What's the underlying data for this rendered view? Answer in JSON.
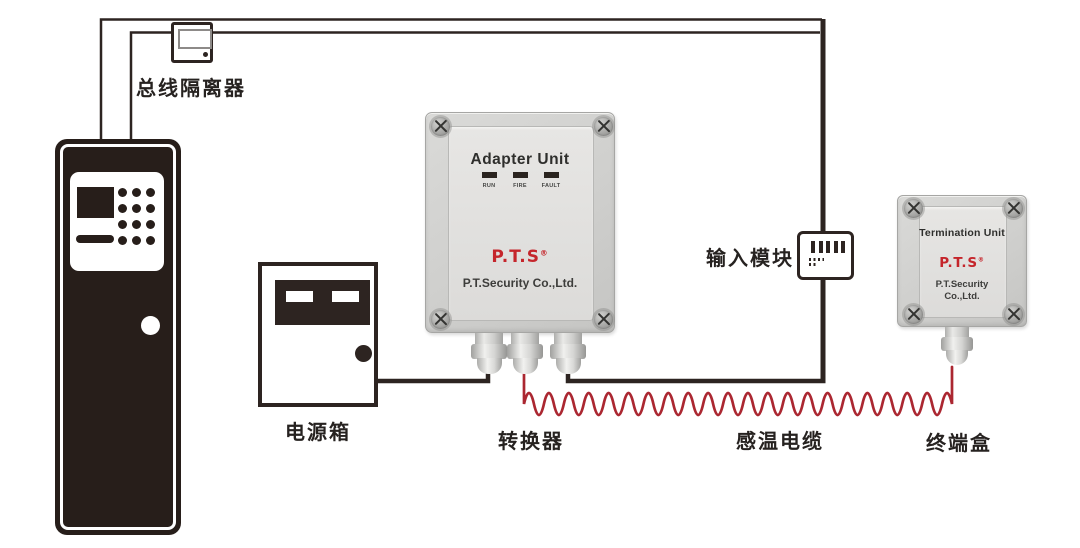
{
  "diagram": {
    "wire_color": "#2d2421",
    "bus_isolator": {
      "label": "总线隔离器"
    },
    "power_box": {
      "label": "电源箱"
    },
    "adapter_unit": {
      "title": "Adapter Unit",
      "indicators": [
        "RUN",
        "FIRE",
        "FAULT"
      ],
      "logo": "P.T.S",
      "logo_reg": "®",
      "company": "P.T.Security Co.,Ltd.",
      "label": "转换器"
    },
    "input_module": {
      "label": "输入模块"
    },
    "sensor_cable": {
      "label": "感温电缆",
      "color": "#ab2731"
    },
    "termination_unit": {
      "title": "Termination Unit",
      "logo": "P.T.S",
      "logo_reg": "®",
      "company_line1": "P.T.Security",
      "company_line2": "Co.,Ltd.",
      "label": "终端盒"
    }
  }
}
